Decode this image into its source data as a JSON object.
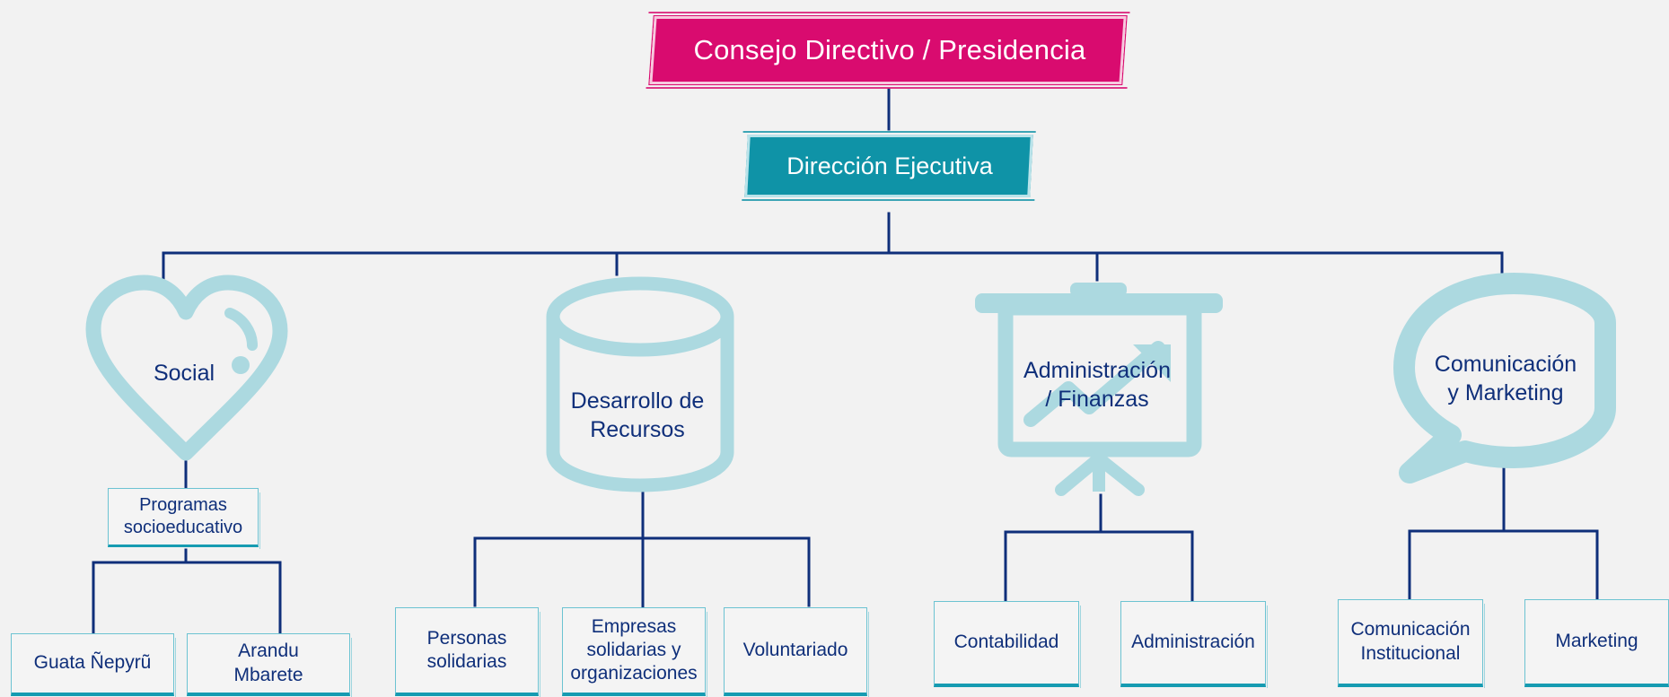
{
  "top": {
    "title": "Consejo Directivo / Presidencia"
  },
  "executive": {
    "title": "Dirección Ejecutiva"
  },
  "departments": [
    {
      "label": "Social",
      "icon": "heart-icon"
    },
    {
      "label": "Desarrollo de\nRecursos",
      "icon": "database-cylinder-icon"
    },
    {
      "label": "Administración\n/ Finanzas",
      "icon": "presentation-board-icon"
    },
    {
      "label": "Comunicación\ny Marketing",
      "icon": "speech-bubble-icon"
    }
  ],
  "social": {
    "program": "Programas\nsocioeducativo",
    "children": [
      "Guata Ñepyrũ",
      "Arandu\nMbarete"
    ]
  },
  "resources": {
    "children": [
      "Personas\nsolidarias",
      "Empresas\nsolidarias y\norganizaciones",
      "Voluntariado"
    ]
  },
  "finance": {
    "children": [
      "Contabilidad",
      "Administración"
    ]
  },
  "communication": {
    "children": [
      "Comunicación\nInstitucional",
      "Marketing"
    ]
  },
  "colors": {
    "primary_banner": "#d90b6f",
    "secondary_banner": "#0f93a7",
    "icon_fill": "#acd9e0",
    "text_dark": "#0f2f7a",
    "connector": "#0f2f7a",
    "background": "#f2f2f2"
  }
}
